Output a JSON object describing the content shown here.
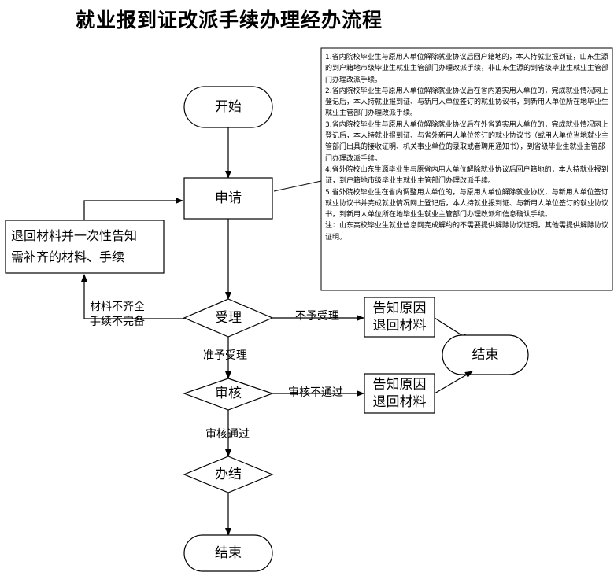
{
  "title": "就业报到证改派手续办理经办流程",
  "nodes": {
    "start": "开始",
    "apply": "申请",
    "return_materials": [
      "退回材料并一次性告知",
      "需补齐的材料、手续"
    ],
    "accept": "受理",
    "review": "审核",
    "handle": "办结",
    "notify_return_1": [
      "告知原因",
      "退回材料"
    ],
    "notify_return_2": [
      "告知原因",
      "退回材料"
    ],
    "end_top": "结束",
    "end_bottom": "结束"
  },
  "edge_labels": {
    "incomplete": [
      "材料不齐全",
      "手续不完备"
    ],
    "not_accepted": "不予受理",
    "accepted": "准予受理",
    "review_failed": "审核不通过",
    "review_passed": "审核通过"
  },
  "notes": [
    "1.省内院校毕业生与原用人单位解除就业协议后回户籍地的，本人持就业报到证，山东生源的到户籍地市级毕业生就业主管部门办理改派手续，非山东生源的到省级毕业生就业主管部门办理改派手续。",
    "2.省内院校毕业生与原用人单位解除就业协议后在省内落实用人单位的，完成就业情况网上登记后，本人持就业报到证、与新用人单位签订的就业协议书，到新用人单位所在地毕业生就业主管部门办理改派手续。",
    "3.省内院校毕业生与原用人单位解除就业协议后在外省落实用人单位的，完成就业情况网上登记后，本人持就业报到证、与省外新用人单位签订的就业协议书（或用人单位当地就业主管部门出具的接收证明、机关事业单位的录取或者聘用通知书），到省级毕业生就业主管部门办理改派手续。",
    "4.省外院校山东生源毕业生与原省内用人单位解除就业协议后回户籍地的，本人持就业报到证，到户籍地市级毕业生就业主管部门办理改派手续。",
    "5.省外院校毕业生在省内调整用人单位的，与原用人单位解除就业协议，与新用人单位签订就业协议书并完成就业情况网上登记后，本人持就业报到证、与新用人单位签订的就业协议书，到新用人单位所在地毕业生就业主管部门办理改派和信息确认手续。",
    "注：山东高校毕业生就业信息网完成解约的不需要提供解除协议证明，其他需提供解除协议证明。"
  ]
}
